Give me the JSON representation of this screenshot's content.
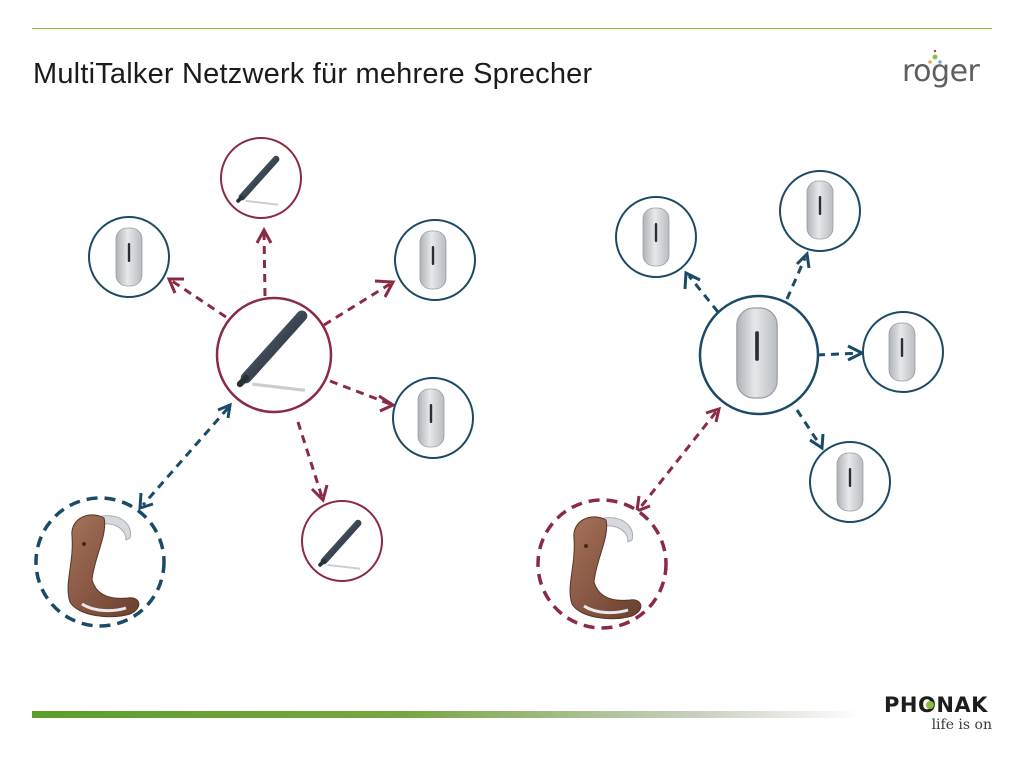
{
  "slide": {
    "title": "MultiTalker Netzwerk für mehrere Sprecher"
  },
  "logos": {
    "roger": "roger",
    "phonak": "PHONAK",
    "phonak_tagline": "life is on"
  },
  "colors": {
    "accent_green": "#8dbb3c",
    "network_red": "#8b2a44",
    "network_blue": "#1a4a66",
    "device_grey": "#c9ccd0",
    "hearing_aid_brown": "#8c5a45"
  },
  "icons": {
    "pen_microphone": "roger-pen-icon",
    "clip_receiver": "roger-clip-on-mic-icon",
    "hearing_aid": "hearing-aid-icon"
  }
}
